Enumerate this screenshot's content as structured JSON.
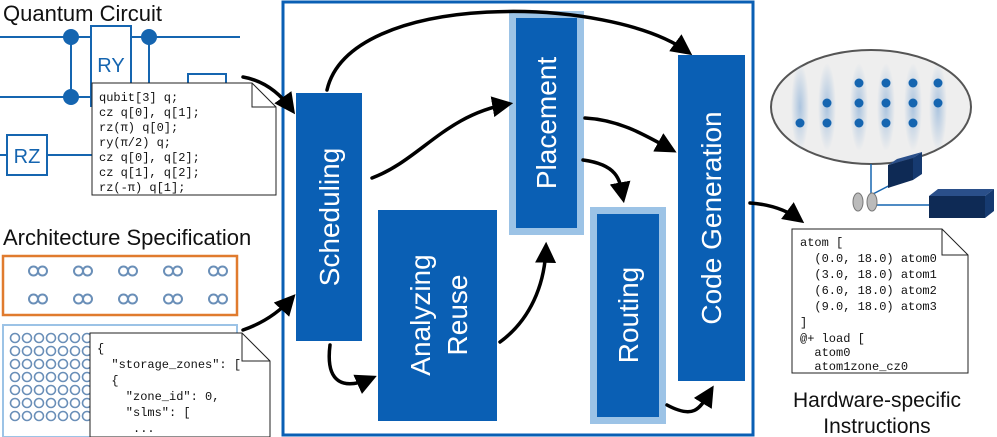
{
  "quantum_circuit": {
    "title": "Quantum Circuit",
    "gates": [
      "RY",
      "RZ"
    ],
    "code_lines": [
      "qubit[3] q;",
      "cz q[0], q[1];",
      "rz(π) q[0];",
      "ry(π/2) q;",
      "cz q[0], q[2];",
      "cz q[1], q[2];",
      "rz(-π) q[1];"
    ]
  },
  "architecture": {
    "title": "Architecture Specification",
    "json_lines": [
      "{",
      "  \"storage_zones\": [",
      "  {",
      "    \"zone_id\": 0,",
      "    \"slms\": [",
      "     ..."
    ]
  },
  "pipeline": {
    "scheduling": "Scheduling",
    "analyzing_reuse": [
      "Analyzing",
      "Reuse"
    ],
    "placement": "Placement",
    "routing": "Routing",
    "code_generation": "Code Generation"
  },
  "output": {
    "instruction_lines": [
      "atom [",
      "  (0.0, 18.0) atom0",
      "  (3.0, 18.0) atom1",
      "  (6.0, 18.0) atom2",
      "  (9.0, 18.0) atom3",
      "]",
      "@+ load [",
      "  atom0",
      "  atom1zone_cz0"
    ],
    "caption": [
      "Hardware-specific",
      "Instructions"
    ]
  },
  "colors": {
    "block_fill": "#0a5fb4",
    "block_halo": "#9cc3e6",
    "frame": "#0a5fb4",
    "storage_border": "#e07b2e",
    "grid_border": "#9cc3e6",
    "arrow": "#000000"
  }
}
